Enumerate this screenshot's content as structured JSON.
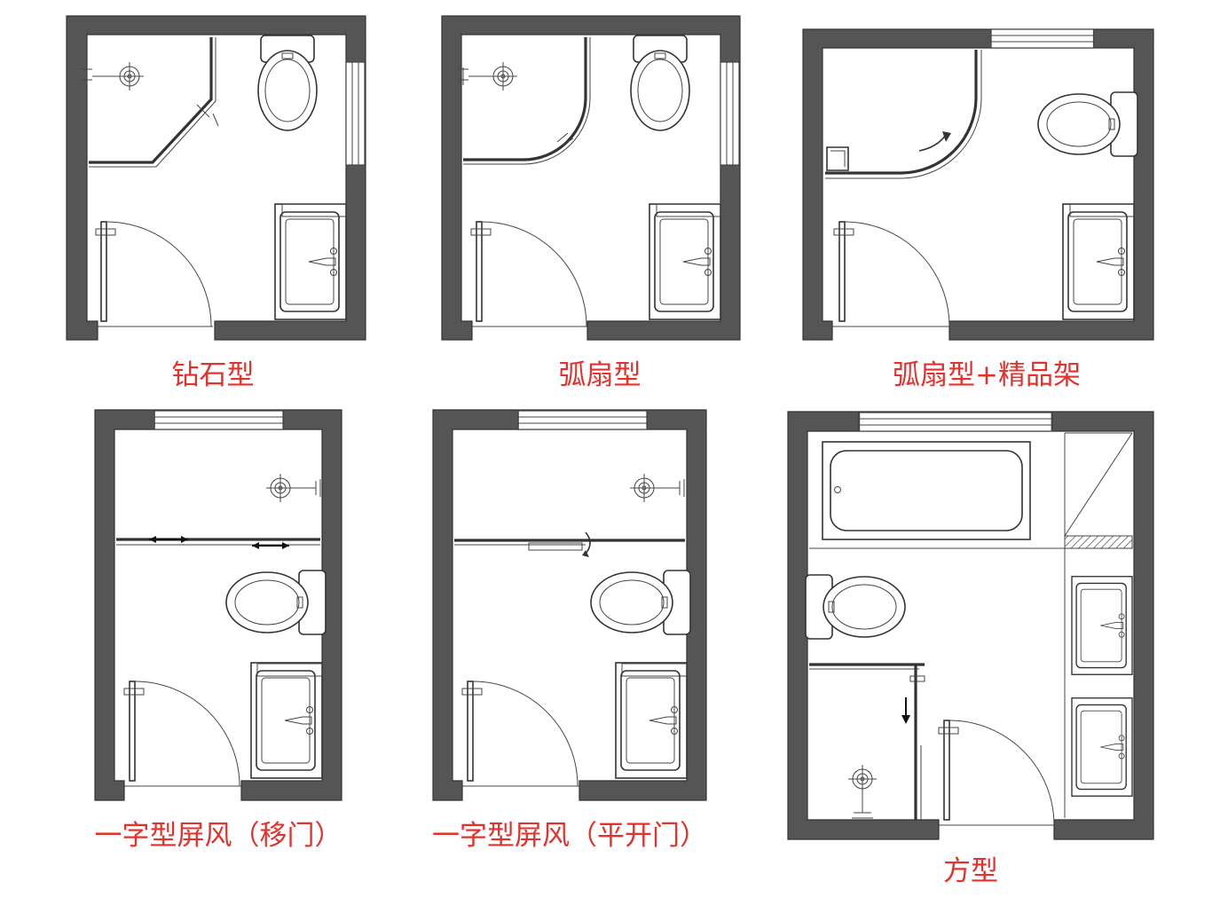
{
  "colors": {
    "label": "#e4312b",
    "wall": "#555555",
    "line": "#333333"
  },
  "plans": [
    {
      "id": "diamond",
      "label": "钻石型"
    },
    {
      "id": "arc",
      "label": "弧扇型"
    },
    {
      "id": "arc-shelf",
      "label": "弧扇型+精品架"
    },
    {
      "id": "straight-sliding",
      "label": "一字型屏风（移门）"
    },
    {
      "id": "straight-swing",
      "label": "一字型屏风（平开门）"
    },
    {
      "id": "square",
      "label": "方型"
    }
  ]
}
